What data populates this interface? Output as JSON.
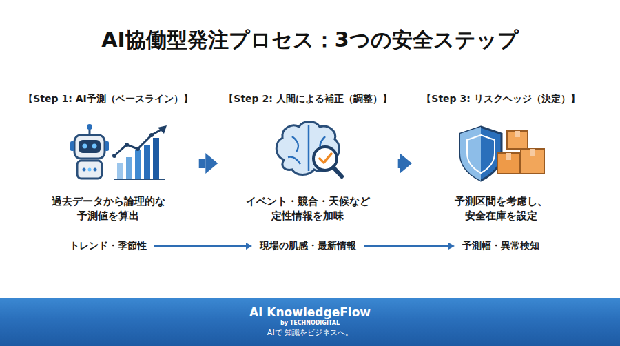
{
  "diagram": {
    "title": "AI協働型発注プロセス：3つの安全ステップ",
    "nodes": [
      {
        "text": [
          "【Step 1: AI予測（ベースライン）】",
          "過去データから論理的な 予測値を算出"
        ]
      },
      {
        "text": [
          "【Step 2: 人間による補正（調整）】",
          "イベント・競合・天候など 定性情報を加味"
        ]
      },
      {
        "text": [
          "【Step 3: リスクヘッジ（決定）】",
          "予測区間を考慮し、 安全在庫を設定"
        ]
      },
      {
        "text": [
          "トレンド・季節性"
        ]
      },
      {
        "text": [
          "現場の肌感・最新情報"
        ]
      },
      {
        "text": [
          "予測幅・異常検知"
        ]
      },
      {
        "text": [
          "AI KnowledgeFlow",
          "by TECHNODIGITAL",
          "AIで 知識をビジネスへ。"
        ]
      }
    ],
    "edges": [
      {
        "from": 0,
        "to": 1,
        "arrow": "to"
      },
      {
        "from": 1,
        "to": 2,
        "arrow": "to"
      },
      {
        "from": 3,
        "to": 4,
        "arrow": "to"
      },
      {
        "from": 4,
        "to": 5,
        "arrow": "to"
      }
    ]
  }
}
